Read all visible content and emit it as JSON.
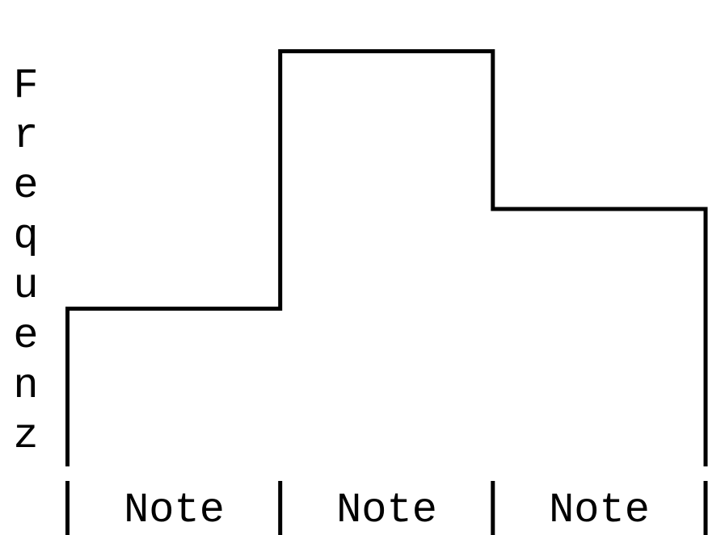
{
  "colors": {
    "line": "#000000",
    "text": "#000000",
    "background": "#ffffff"
  },
  "chart_data": {
    "type": "bar",
    "subtype": "step-histogram-outline",
    "title": "",
    "xlabel": "",
    "ylabel": "Frequenz",
    "ylabel_orientation": "vertical-stacked-letters",
    "categories": [
      "Note",
      "Note",
      "Note"
    ],
    "values": [
      0.38,
      1.0,
      0.62
    ],
    "values_note": "relative bar heights; y-axis has no numeric tick labels, heights measured relative to tallest bin",
    "ylim": [
      0,
      1.0
    ],
    "grid": false,
    "legend": false,
    "baseline_drawn": false,
    "x_tick_count": 4
  }
}
